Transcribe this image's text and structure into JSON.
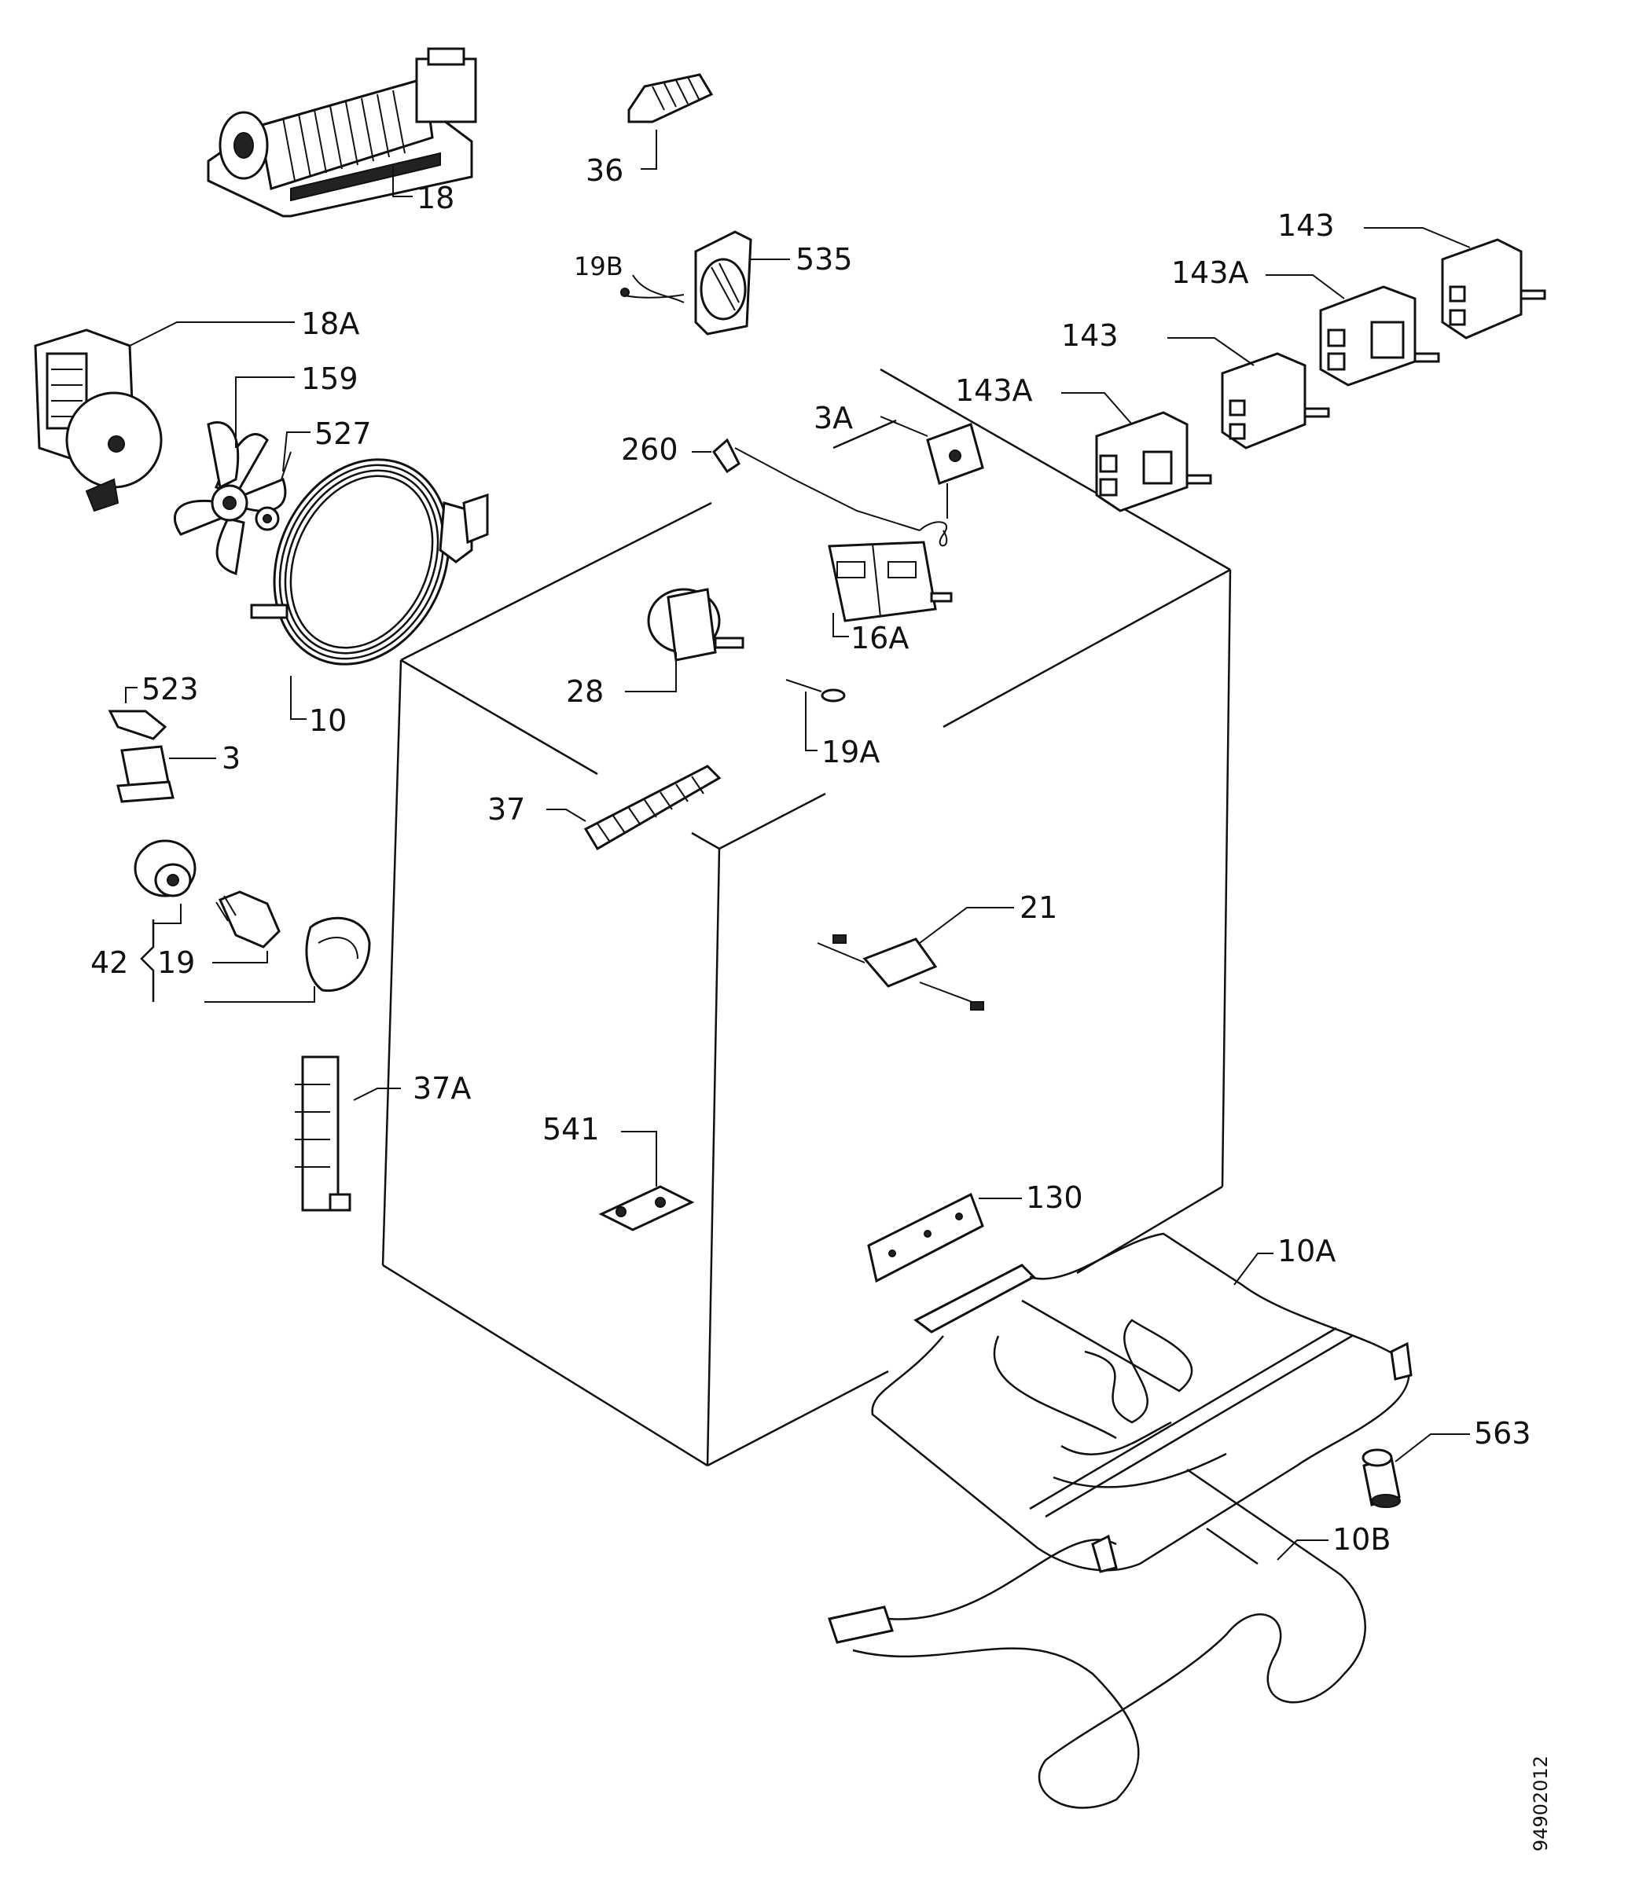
{
  "labels": [
    {
      "id": "18",
      "text": "18"
    },
    {
      "id": "36",
      "text": "36"
    },
    {
      "id": "19B",
      "text": "19B"
    },
    {
      "id": "535",
      "text": "535"
    },
    {
      "id": "18A",
      "text": "18A"
    },
    {
      "id": "159",
      "text": "159"
    },
    {
      "id": "527",
      "text": "527"
    },
    {
      "id": "260",
      "text": "260"
    },
    {
      "id": "3A",
      "text": "3A"
    },
    {
      "id": "143A_a",
      "text": "143A"
    },
    {
      "id": "143_a",
      "text": "143"
    },
    {
      "id": "143A_b",
      "text": "143A"
    },
    {
      "id": "143_b",
      "text": "143"
    },
    {
      "id": "16A",
      "text": "16A"
    },
    {
      "id": "28",
      "text": "28"
    },
    {
      "id": "19A",
      "text": "19A"
    },
    {
      "id": "10",
      "text": "10"
    },
    {
      "id": "523",
      "text": "523"
    },
    {
      "id": "3",
      "text": "3"
    },
    {
      "id": "37",
      "text": "37"
    },
    {
      "id": "21",
      "text": "21"
    },
    {
      "id": "42",
      "text": "42"
    },
    {
      "id": "19",
      "text": "19"
    },
    {
      "id": "37A",
      "text": "37A"
    },
    {
      "id": "541",
      "text": "541"
    },
    {
      "id": "130",
      "text": "130"
    },
    {
      "id": "10A",
      "text": "10A"
    },
    {
      "id": "563",
      "text": "563"
    },
    {
      "id": "10B",
      "text": "10B"
    }
  ],
  "document_code": "94902012"
}
